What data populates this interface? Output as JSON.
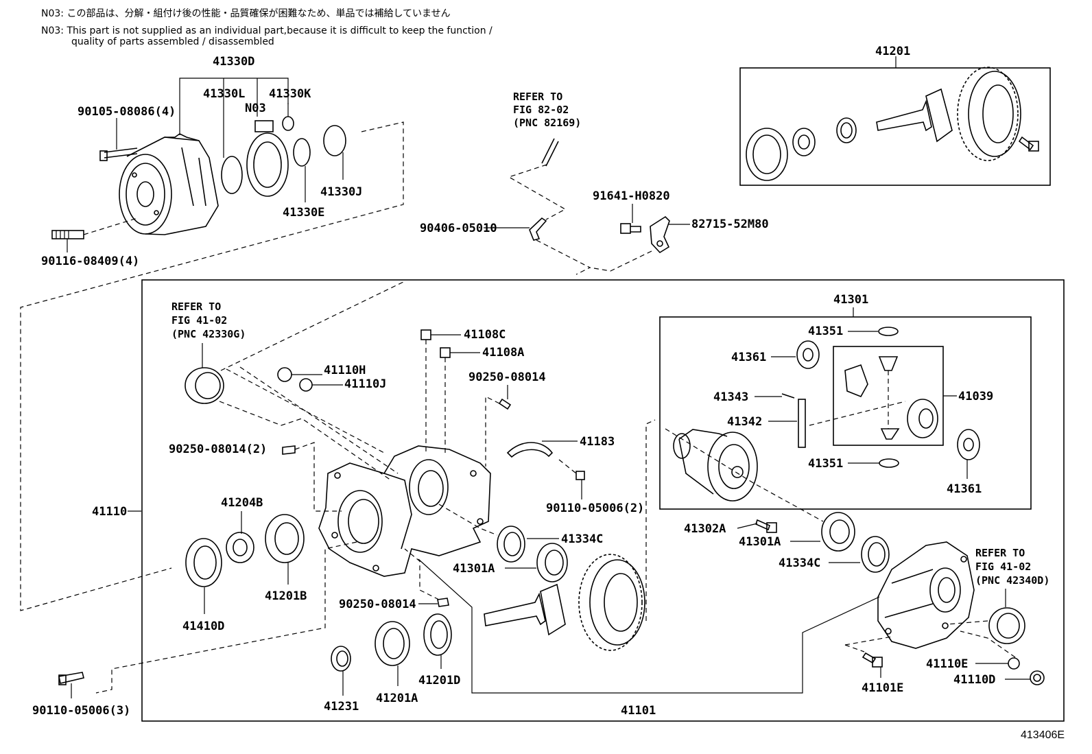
{
  "notes": {
    "jp": "N03: この部品は、分解・組付け後の性能・品質確保が困難なため、単品では補給していません",
    "en_line1": "N03:  This part is not supplied as an individual part,because it is difficult to keep the function /",
    "en_line2": "quality of parts assembled / disassembled"
  },
  "labels": {
    "p41330D": "41330D",
    "p41330L": "41330L",
    "p41330K": "41330K",
    "pN03": "N03",
    "p90105": "90105-08086(4)",
    "p41330J": "41330J",
    "p41330E": "41330E",
    "p90116": "90116-08409(4)",
    "p41201": "41201",
    "p91641": "91641-H0820",
    "p82715": "82715-52M80",
    "p90406": "90406-05010",
    "p41108C": "41108C",
    "p41108A": "41108A",
    "p41110H": "41110H",
    "p41110J": "41110J",
    "p90250a": "90250-08014",
    "p90250b": "90250-08014(2)",
    "p90250c": "90250-08014",
    "p41183": "41183",
    "p90110a": "90110-05006(2)",
    "p41110": "41110",
    "p41204B": "41204B",
    "p41201B": "41201B",
    "p41410D": "41410D",
    "p41334C_a": "41334C",
    "p41301A_a": "41301A",
    "p41301": "41301",
    "p41351a": "41351",
    "p41361a": "41361",
    "p41343": "41343",
    "p41342": "41342",
    "p41039": "41039",
    "p41351b": "41351",
    "p41361b": "41361",
    "p41302A": "41302A",
    "p41301A_b": "41301A",
    "p41334C_b": "41334C",
    "p41231": "41231",
    "p41201A": "41201A",
    "p41201D": "41201D",
    "p90110b": "90110-05006(3)",
    "p41101": "41101",
    "p41101E": "41101E",
    "p41110E": "41110E",
    "p41110D": "41110D",
    "diagram_code": "413406E"
  },
  "refs": {
    "fig82": {
      "l1": "REFER TO",
      "l2": "FIG 82-02",
      "l3": "(PNC 82169)"
    },
    "fig41a": {
      "l1": "REFER TO",
      "l2": "FIG 41-02",
      "l3": "(PNC 42330G)"
    },
    "fig41b": {
      "l1": "REFER TO",
      "l2": "FIG 41-02",
      "l3": "(PNC 42340D)"
    }
  }
}
